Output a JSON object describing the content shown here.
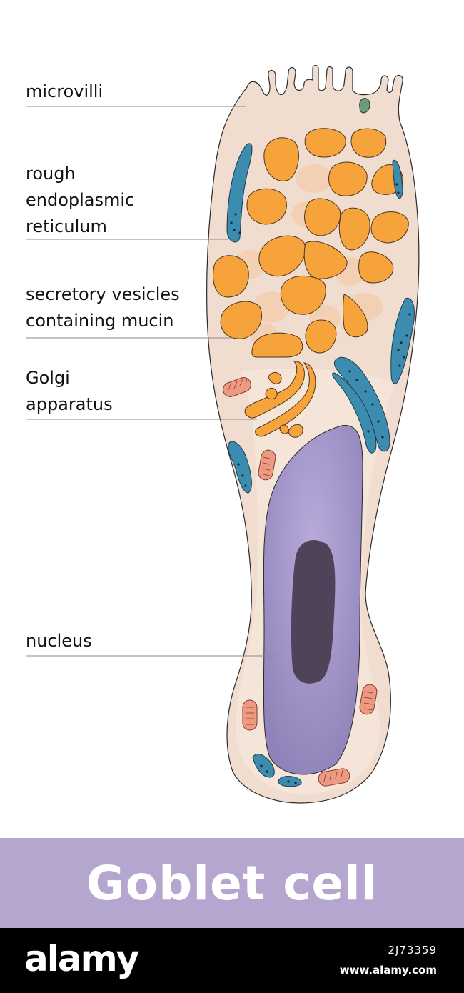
{
  "labels": {
    "microvilli": "microvilli",
    "rough_er": "rough\nendoplasmic\nreticulum",
    "vesicles": "secretory vesicles\ncontaining mucin",
    "golgi": "Golgi\napparatus",
    "nucleus": "nucleus"
  },
  "title": "Goblet cell",
  "watermark": {
    "logo": "alamy",
    "image_id": "2J73359",
    "url": "www.alamy.com"
  },
  "colors": {
    "cytoplasm": "#f0dcd0",
    "vesicle": "#f6a33c",
    "rough_er": "#3b8cae",
    "nucleus": "#9f92c6",
    "nucleolus": "#4e4358",
    "mitochondria": "#ee9a82",
    "banner": "#b4a6cf"
  }
}
